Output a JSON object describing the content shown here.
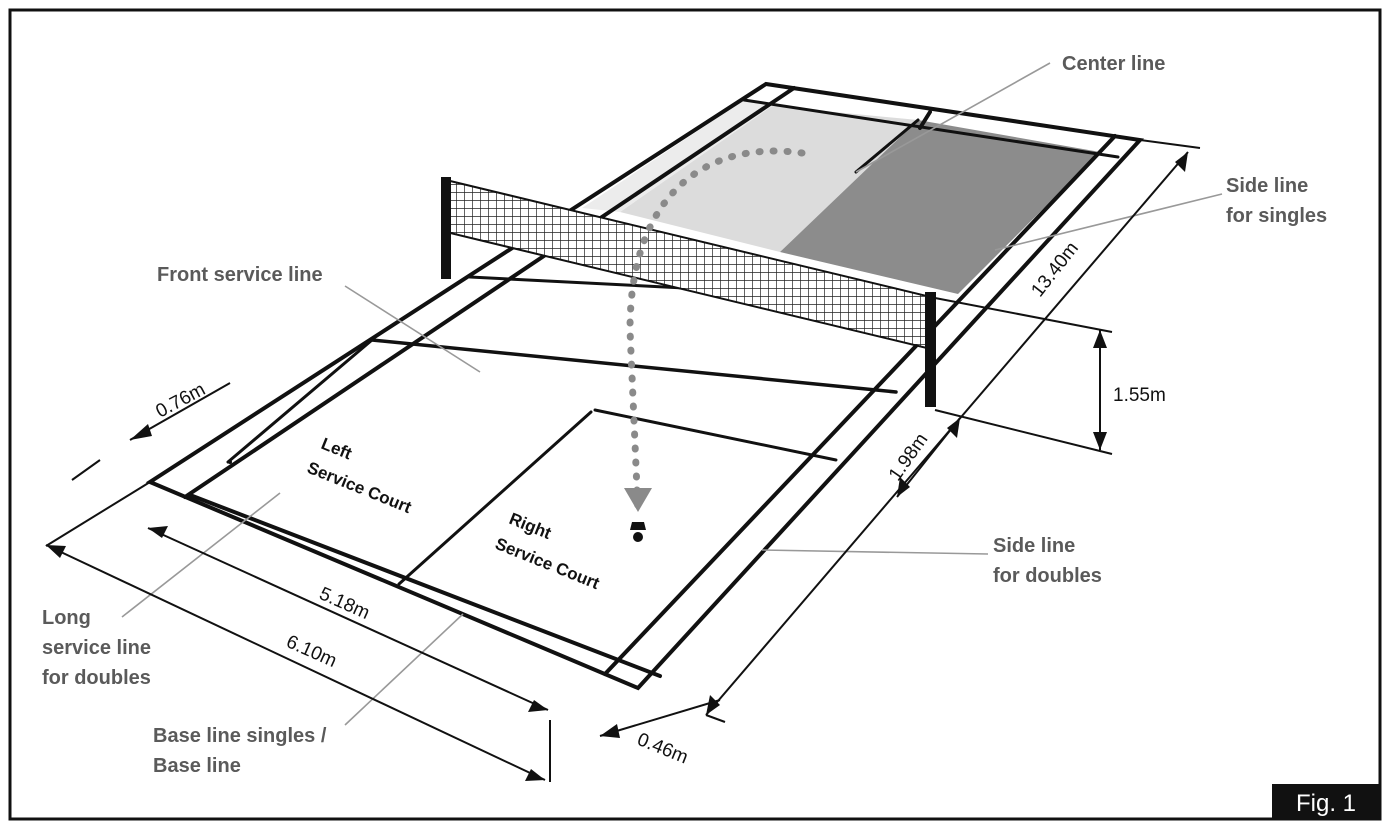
{
  "labels": {
    "center_line": "Center line",
    "side_line_singles": [
      "Side line",
      "for singles"
    ],
    "front_service_line": "Front service line",
    "side_line_doubles": [
      "Side line",
      "for doubles"
    ],
    "long_service_line": [
      "Long",
      "service line",
      "for doubles"
    ],
    "base_line": [
      "Base line singles /",
      "Base line"
    ],
    "left_service_court": [
      "Left",
      "Service Court"
    ],
    "right_service_court": [
      "Right",
      "Service Court"
    ]
  },
  "dimensions": {
    "alley": "0.76m",
    "singles_width": "5.18m",
    "doubles_width": "6.10m",
    "back_alley": "0.46m",
    "short_service": "1.98m",
    "length": "13.40m",
    "net_height": "1.55m"
  },
  "figure_label": "Fig. 1",
  "colors": {
    "line": "#111111",
    "label": "#5a5a5a",
    "shade_light": "#dcdcdc",
    "shade_dark": "#8c8c8c",
    "shuttle_path": "#8a8a8a"
  }
}
